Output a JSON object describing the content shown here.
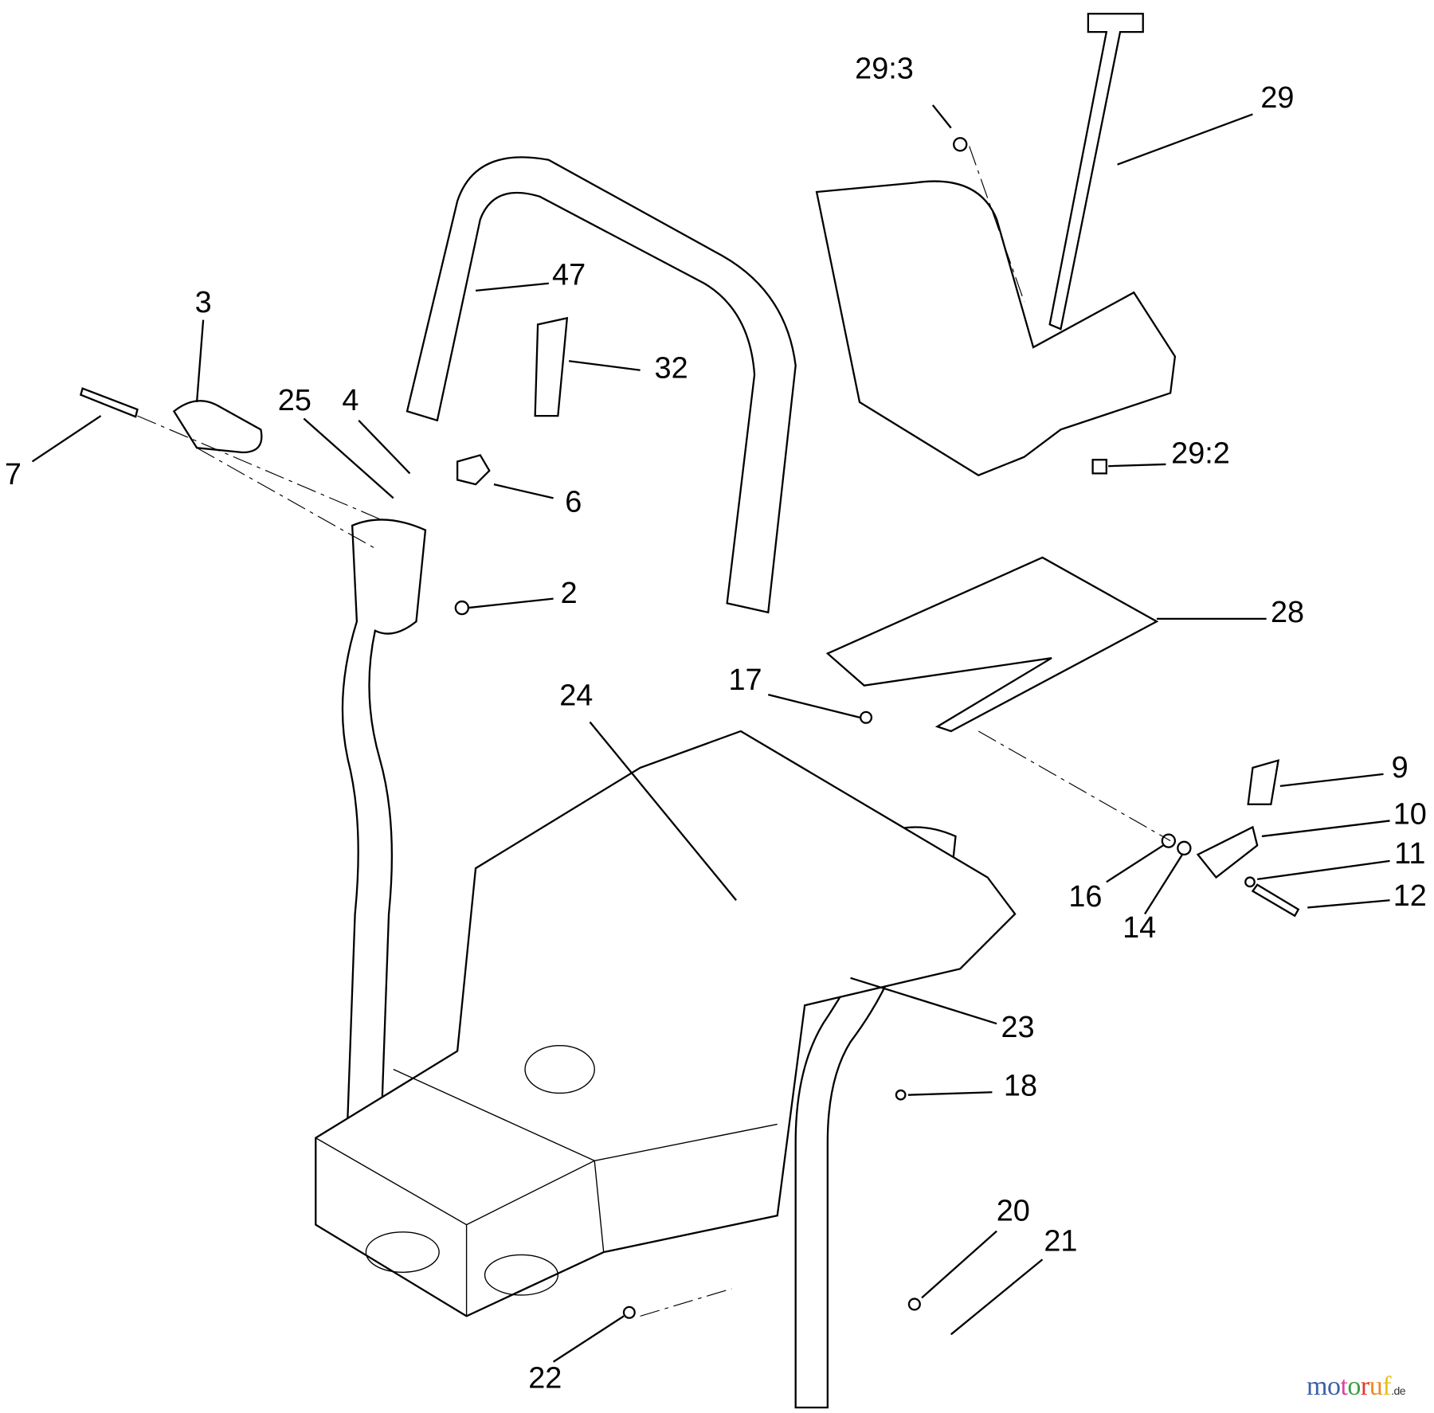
{
  "diagram": {
    "callouts": [
      "29:3",
      "29",
      "47",
      "3",
      "32",
      "25",
      "4",
      "7",
      "6",
      "29:2",
      "2",
      "28",
      "17",
      "24",
      "9",
      "10",
      "11",
      "16",
      "14",
      "12",
      "23",
      "18",
      "20",
      "21",
      "22"
    ]
  },
  "watermark": {
    "text": "motoruf",
    "suffix": ".de",
    "letters": [
      "m",
      "o",
      "t",
      "o",
      "r",
      "u",
      "f"
    ],
    "colors": [
      "#3b5fa8",
      "#3b5fa8",
      "#e0409a",
      "#3aa040",
      "#e03a2a",
      "#f08a1a",
      "#e8c020"
    ]
  }
}
